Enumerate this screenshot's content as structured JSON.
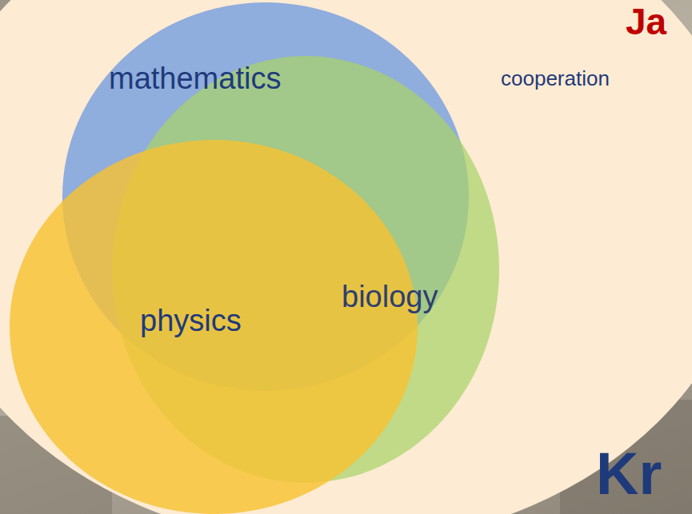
{
  "diagram": {
    "nodes": [
      {
        "text": [
          "mathematics"
        ]
      },
      {
        "text": [
          "biology"
        ]
      },
      {
        "text": [
          "physics"
        ]
      }
    ],
    "labels": [
      "cooperation",
      "Ja",
      "Kr"
    ]
  }
}
